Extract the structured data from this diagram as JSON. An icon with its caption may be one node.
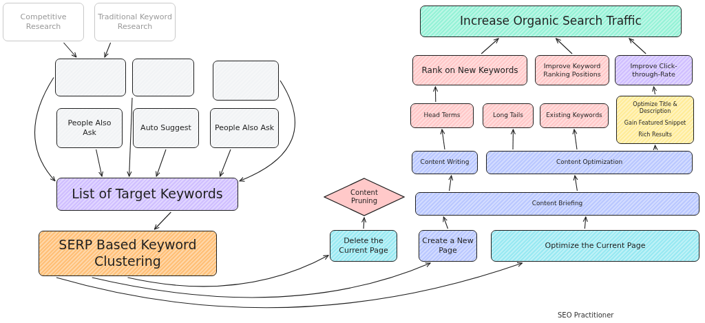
{
  "diagram": {
    "nodes": [
      {
        "text": [
          "Competitive Research"
        ]
      },
      {
        "text": [
          "Traditional Keyword Research"
        ]
      },
      {
        "text": [],
        "shape": "box"
      },
      {
        "text": [],
        "shape": "box"
      },
      {
        "text": [],
        "shape": "box"
      },
      {
        "text": [
          "People Also Ask"
        ]
      },
      {
        "text": [
          "Auto Suggest"
        ]
      },
      {
        "text": [
          "People Also Ask"
        ]
      },
      {
        "text": [
          "List of Target Keywords"
        ]
      },
      {
        "text": [
          "SERP Based Keyword Clustering"
        ]
      },
      {
        "text": [
          "Content Pruning"
        ]
      },
      {
        "text": [
          "Delete the Current Page"
        ]
      },
      {
        "text": [
          "Create a New Page"
        ]
      },
      {
        "text": [
          "Optimize the Current Page"
        ]
      },
      {
        "text": [
          "Content Briefing"
        ]
      },
      {
        "text": [
          "Content Writing"
        ]
      },
      {
        "text": [
          "Content Optimization"
        ]
      },
      {
        "text": [
          "Head Terms"
        ]
      },
      {
        "text": [
          "Long Tails"
        ]
      },
      {
        "text": [
          "Existing Keywords"
        ]
      },
      {
        "text": [
          "Optimize Title & Description",
          "Gain Featured Snippet",
          "Rich Results"
        ]
      },
      {
        "text": [
          "Rank on New Keywords"
        ]
      },
      {
        "text": [
          "Improve Keyword Ranking Positions"
        ]
      },
      {
        "text": [
          "Improve Click-through-Rate"
        ]
      },
      {
        "text": [
          "Increase Organic Search Traffic"
        ]
      }
    ],
    "edges": [
      {
        "from": 0,
        "to": 2,
        "arrow": "to"
      },
      {
        "from": 1,
        "to": 2,
        "arrow": "to"
      },
      {
        "from": 2,
        "to": 8,
        "arrow": "to"
      },
      {
        "from": 3,
        "to": 8,
        "arrow": "to"
      },
      {
        "from": 4,
        "to": 8,
        "arrow": "to"
      },
      {
        "from": 5,
        "to": 8,
        "arrow": "to"
      },
      {
        "from": 6,
        "to": 8,
        "arrow": "to"
      },
      {
        "from": 7,
        "to": 8,
        "arrow": "to"
      },
      {
        "from": 8,
        "to": 9,
        "arrow": "to"
      },
      {
        "from": 9,
        "to": 11,
        "arrow": "to"
      },
      {
        "from": 9,
        "to": 12,
        "arrow": "to"
      },
      {
        "from": 9,
        "to": 13,
        "arrow": "to"
      },
      {
        "from": 11,
        "to": 10,
        "arrow": "to"
      },
      {
        "from": 12,
        "to": 14,
        "arrow": "to"
      },
      {
        "from": 13,
        "to": 14,
        "arrow": "to"
      },
      {
        "from": 14,
        "to": 15,
        "arrow": "to"
      },
      {
        "from": 14,
        "to": 16,
        "arrow": "to"
      },
      {
        "from": 15,
        "to": 17,
        "arrow": "to"
      },
      {
        "from": 16,
        "to": 18,
        "arrow": "to"
      },
      {
        "from": 16,
        "to": 19,
        "arrow": "to"
      },
      {
        "from": 16,
        "to": 20,
        "arrow": "to"
      },
      {
        "from": 17,
        "to": 21,
        "arrow": "to"
      },
      {
        "from": 20,
        "to": 23,
        "arrow": "to"
      },
      {
        "from": 21,
        "to": 24,
        "arrow": "to"
      },
      {
        "from": 22,
        "to": 24,
        "arrow": "to"
      },
      {
        "from": 23,
        "to": 24,
        "arrow": "to"
      }
    ],
    "labels": [
      "SEO Practitioner"
    ]
  }
}
